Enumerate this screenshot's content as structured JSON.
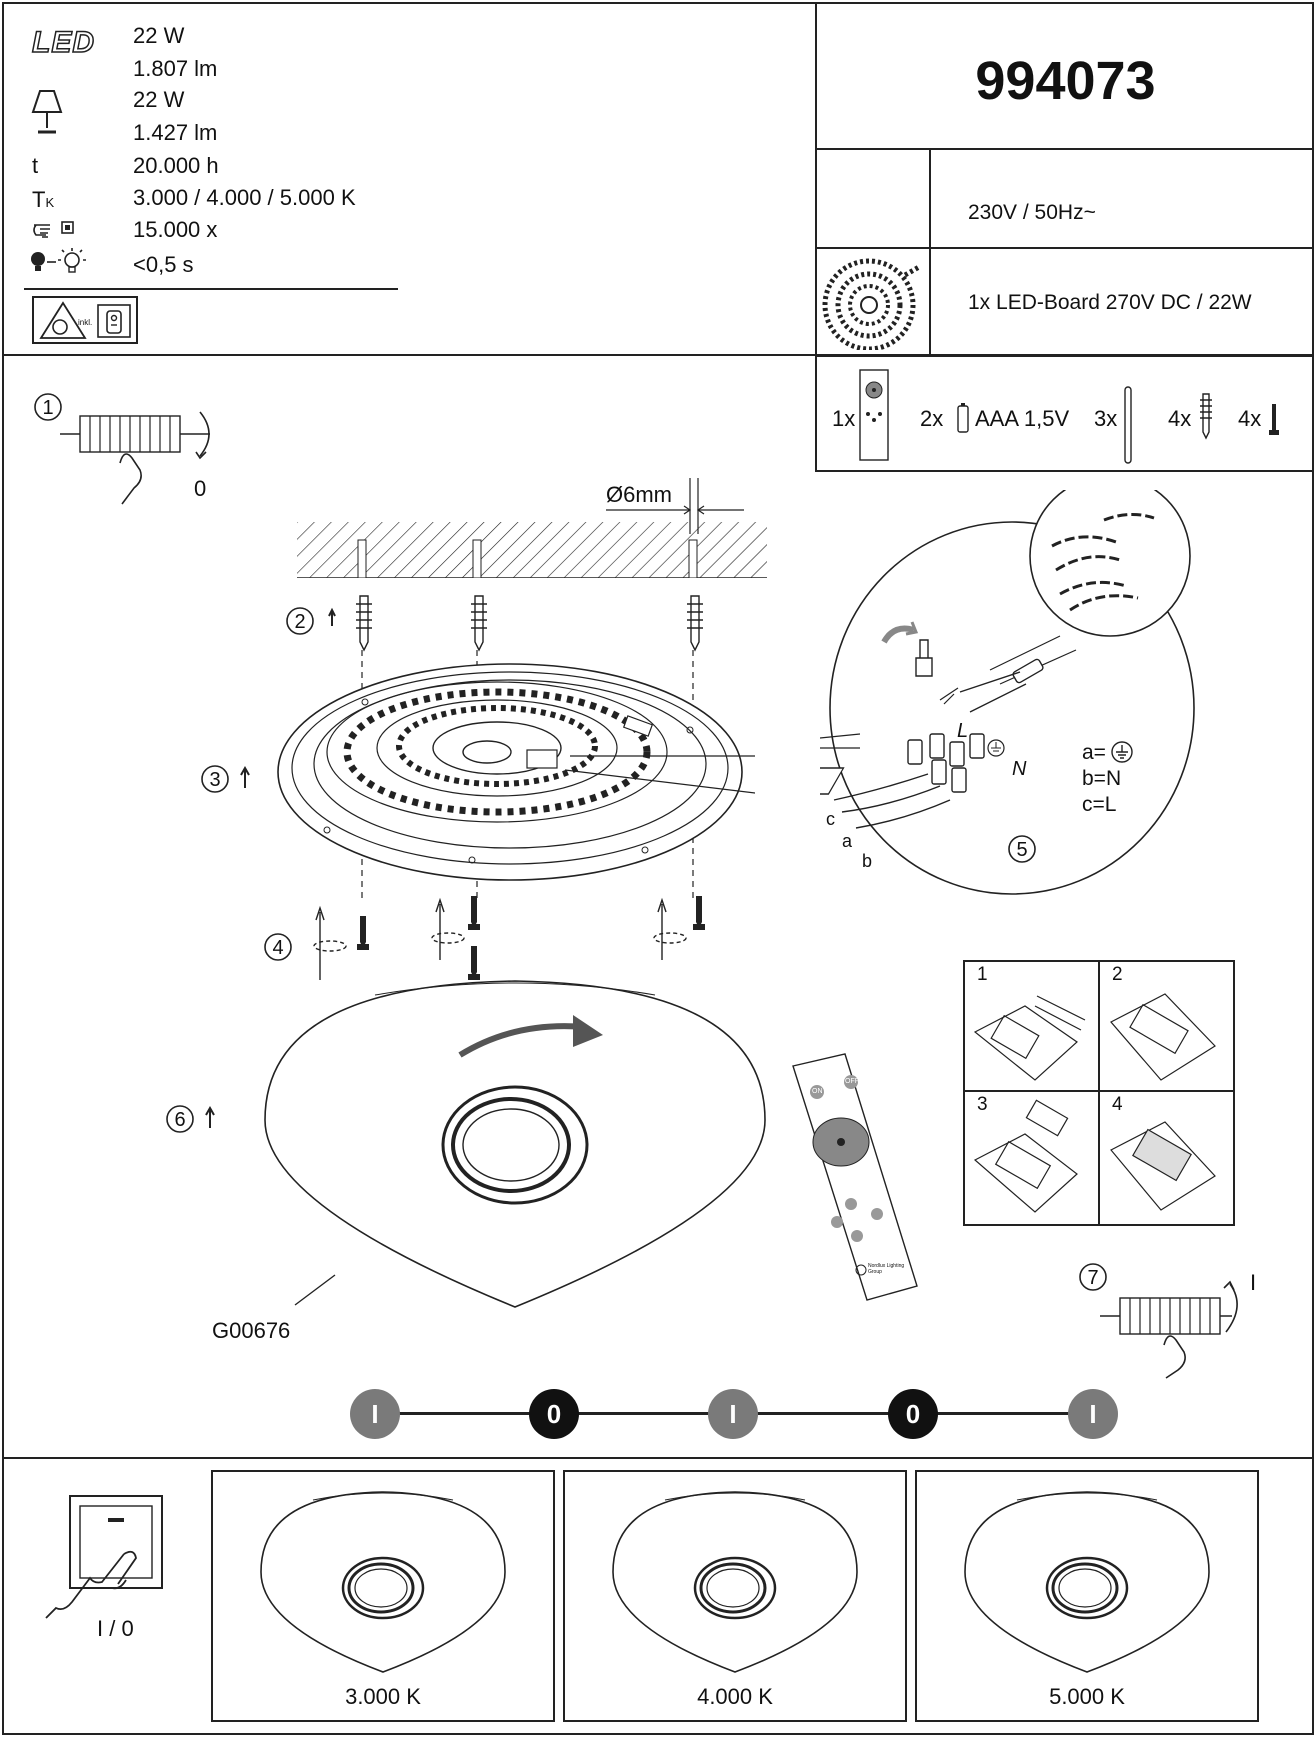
{
  "specs": {
    "led_logo": "LED",
    "led_power": "22 W",
    "led_lumen": "1.807 lm",
    "lamp_power": "22 W",
    "lamp_lumen": "1.427 lm",
    "lifetime_symbol": "t",
    "lifetime": "20.000 h",
    "color_temp_symbol": "T",
    "color_temp_subscript": "K",
    "color_temps": "3.000 / 4.000 / 5.000 K",
    "switch_cycles": "15.000 x",
    "warmup": "<0,5 s",
    "badge_label": "inkl."
  },
  "header": {
    "article_number": "994073",
    "voltage": "230V /  50Hz~",
    "led_board": "1x LED-Board 270V DC / 22W"
  },
  "parts": {
    "remote_qty": "1x",
    "battery_qty": "2x",
    "battery_label": "AAA 1,5V",
    "rod_qty": "3x",
    "dowel_qty": "4x",
    "screw_qty": "4x"
  },
  "steps": {
    "s1": "1",
    "s1_label": "0",
    "s2": "2",
    "s3": "3",
    "s4": "4",
    "s5": "5",
    "s6": "6",
    "s7": "7",
    "s7_label": "I",
    "drill": "Ø6mm",
    "wire_c": "c",
    "wire_a": "a",
    "wire_b": "b",
    "wire_L": "L",
    "wire_N": "N",
    "legend_a": "a=",
    "legend_b": "b=N",
    "legend_c": "c=L",
    "model": "G00676"
  },
  "battery_steps": [
    "1",
    "2",
    "3",
    "4"
  ],
  "remote": {
    "on": "ON",
    "off": "OFF",
    "brand": "Nordlux Lighting Group"
  },
  "switch_sequence": [
    "I",
    "0",
    "I",
    "0",
    "I"
  ],
  "switch_label": "I / 0",
  "color_modes": [
    {
      "label": "3.000 K"
    },
    {
      "label": "4.000 K"
    },
    {
      "label": "5.000 K"
    }
  ],
  "colors": {
    "line": "#222222",
    "node_on": "#7a7a7a",
    "node_off": "#111111"
  }
}
